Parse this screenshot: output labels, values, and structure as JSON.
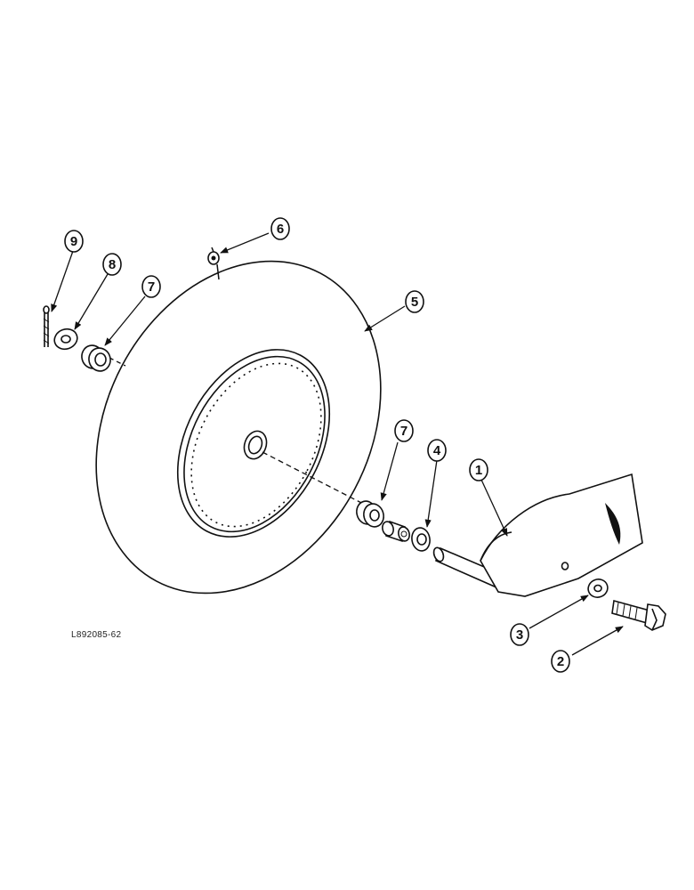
{
  "figure_id": "L892085-62",
  "callouts": {
    "c1": "1",
    "c2": "2",
    "c3": "3",
    "c4": "4",
    "c5": "5",
    "c6": "6",
    "c7a": "7",
    "c7b": "7",
    "c8": "8",
    "c9": "9"
  }
}
